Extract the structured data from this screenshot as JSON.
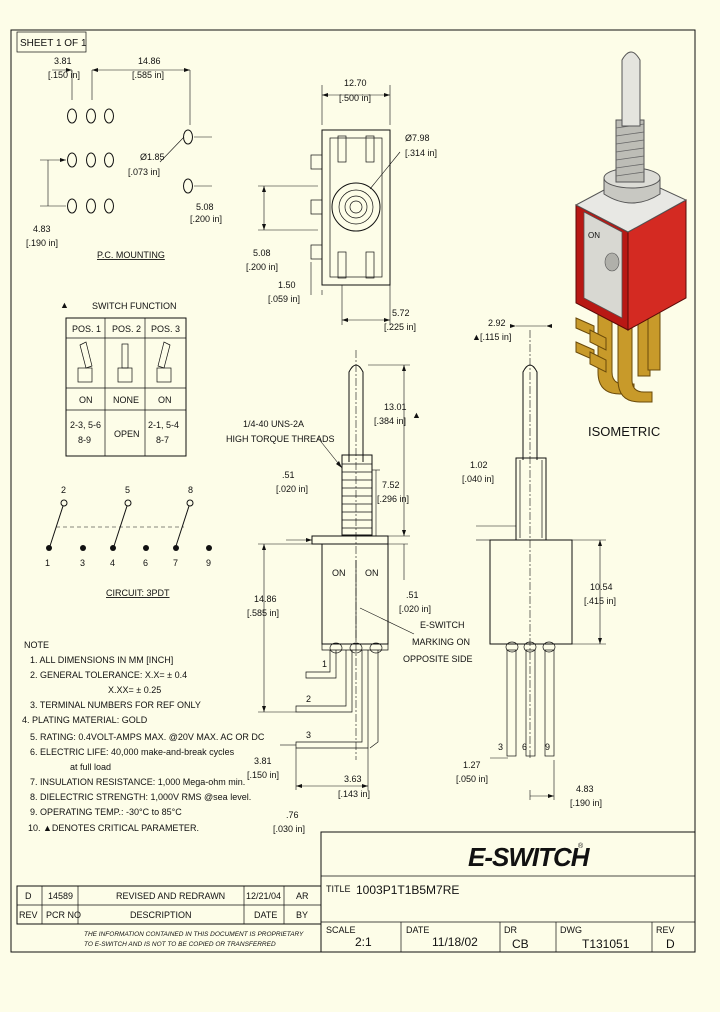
{
  "sheet_label": "SHEET 1 OF 1",
  "pc_mounting": {
    "title": "P.C. MOUNTING",
    "dim_a": "3.81",
    "dim_a_in": "[.150 in]",
    "dim_b": "14.86",
    "dim_b_in": "[.585 in]",
    "dim_hole": "Ø1.85",
    "dim_hole_in": "[.073 in]",
    "dim_c": "5.08",
    "dim_c_in": "[.200 in]",
    "dim_d": "4.83",
    "dim_d_in": "[.190 in]"
  },
  "top_view": {
    "dim_w": "12.70",
    "dim_w_in": "[.500 in]",
    "dim_dia": "Ø7.98",
    "dim_dia_in": "[.314 in]",
    "dim_h": "5.08",
    "dim_h_in": "[.200 in]",
    "dim_e": "1.50",
    "dim_e_in": "[.059 in]",
    "dim_f": "5.72",
    "dim_f_in": "[.225 in]"
  },
  "switch_function": {
    "title": "SWITCH FUNCTION",
    "marker": "▲",
    "headers": [
      "POS. 1",
      "POS. 2",
      "POS. 3"
    ],
    "states": [
      "ON",
      "NONE",
      "ON"
    ],
    "terminals": [
      [
        "2-3, 5-6",
        "8-9"
      ],
      [
        "OPEN"
      ],
      [
        "2-1, 5-4",
        "8-7"
      ]
    ]
  },
  "circuit": {
    "title": "CIRCUIT: 3PDT",
    "top_numbers": [
      "2",
      "5",
      "8"
    ],
    "bottom_numbers": [
      "1",
      "3",
      "4",
      "6",
      "7",
      "9"
    ]
  },
  "isometric_label": "ISOMETRIC",
  "front_view": {
    "thread_note_1": "1/4-40 UNS-2A",
    "thread_note_2": "HIGH TORQUE THREADS",
    "dim_13": "13.01",
    "dim_13_in": "[.384 in]",
    "dim_51a": ".51",
    "dim_51a_in": "[.020 in]",
    "dim_752": "7.52",
    "dim_752_in": "[.296 in]",
    "on_left": "ON",
    "on_right": "ON",
    "dim_51b": ".51",
    "dim_51b_in": "[.020 in]",
    "marking_note_1": "E-SWITCH",
    "marking_note_2": "MARKING ON",
    "marking_note_3": "OPPOSITE SIDE",
    "dim_1486": "14.86",
    "dim_1486_in": "[.585 in]",
    "term_1": "1",
    "term_2": "2",
    "term_3": "3",
    "dim_381": "3.81",
    "dim_381_in": "[.150 in]",
    "dim_363": "3.63",
    "dim_363_in": "[.143 in]",
    "dim_76": ".76",
    "dim_76_in": "[.030 in]"
  },
  "side_view": {
    "dim_292": "2.92",
    "dim_292_in": "[.115 in]",
    "dim_102": "1.02",
    "dim_102_in": "[.040 in]",
    "dim_1054": "10.54",
    "dim_1054_in": "[.415 in]",
    "term_3": "3",
    "term_6": "6",
    "term_9": "9",
    "dim_127": "1.27",
    "dim_127_in": "[.050 in]",
    "dim_483": "4.83",
    "dim_483_in": "[.190 in]"
  },
  "notes": {
    "title": "NOTE",
    "lines": [
      "1. ALL DIMENSIONS IN MM [INCH]",
      "2. GENERAL TOLERANCE: X.X= ± 0.4",
      "X.XX= ± 0.25",
      "3. TERMINAL NUMBERS FOR REF ONLY",
      "4. PLATING MATERIAL: GOLD",
      "5. RATING: 0.4VOLT-AMPS MAX. @20V MAX. AC OR DC",
      "6. ELECTRIC LIFE: 40,000 make-and-break cycles",
      "at full load",
      "7. INSULATION RESISTANCE: 1,000 Mega-ohm min.",
      "8. DIELECTRIC STRENGTH: 1,000V RMS @sea level.",
      "9. OPERATING TEMP.: -30°C to 85°C",
      "10. ▲DENOTES CRITICAL PARAMETER."
    ]
  },
  "revision_table": {
    "row": [
      "D",
      "14589",
      "REVISED AND REDRAWN",
      "12/21/04",
      "AR"
    ],
    "headers": [
      "REV",
      "PCR NO",
      "DESCRIPTION",
      "DATE",
      "BY"
    ]
  },
  "proprietary_1": "THE INFORMATION CONTAINED IN THIS DOCUMENT IS PROPRIETARY",
  "proprietary_2": "TO E-SWITCH AND IS NOT TO BE COPIED OR TRANSFERRED",
  "title_block": {
    "logo": "E-SWITCH",
    "logo_mark": "®",
    "title_label": "TITLE",
    "title_value": "1003P1T1B5M7RE",
    "scale_label": "SCALE",
    "scale_value": "2:1",
    "date_label": "DATE",
    "date_value": "11/18/02",
    "dr_label": "DR",
    "dr_value": "CB",
    "dwg_label": "DWG",
    "dwg_value": "T131051",
    "rev_label": "REV",
    "rev_value": "D"
  },
  "colors": {
    "background": "#fdfde8",
    "body_red": "#c8201c",
    "gold": "#c89a2a",
    "ink": "#111111"
  }
}
